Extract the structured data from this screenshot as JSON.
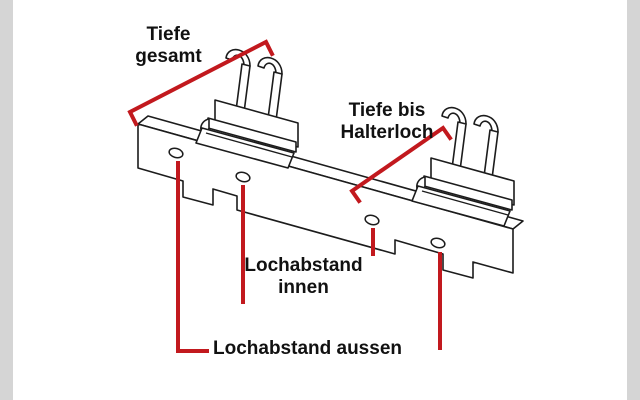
{
  "diagram": {
    "title": "bracket-dimension-diagram",
    "labels": {
      "tiefe_gesamt": {
        "line1": "Tiefe",
        "line2": "gesamt"
      },
      "tiefe_bis_halterloch": {
        "line1": "Tiefe bis",
        "line2": "Halterloch"
      },
      "lochabstand_innen": {
        "line1": "Lochabstand",
        "line2": "innen"
      },
      "lochabstand_aussen": {
        "line1": "Lochabstand aussen"
      }
    },
    "colors": {
      "annotation": "#c2191e",
      "outline": "#1c1c1c",
      "background": "#ffffff",
      "edge_bars": "#d5d5d5"
    }
  }
}
